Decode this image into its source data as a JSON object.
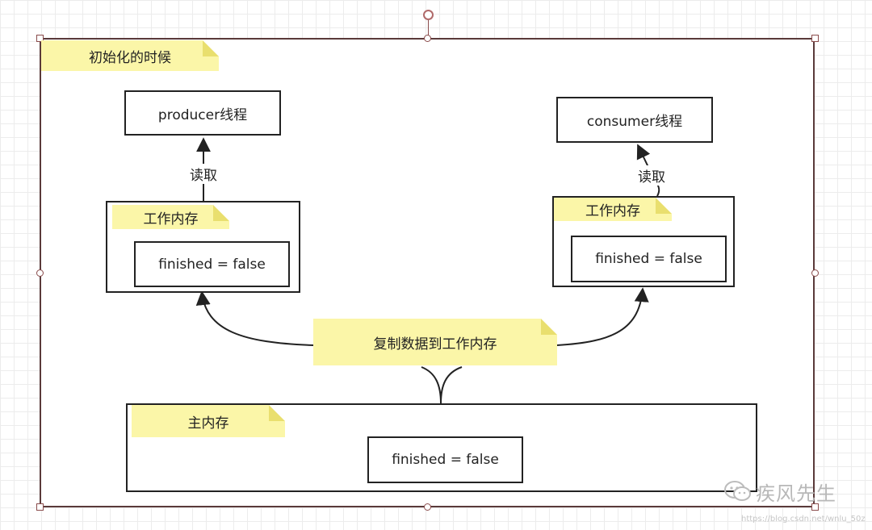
{
  "diagram": {
    "frame_title": "初始化的时候",
    "producer": {
      "thread_label": "producer线程",
      "read_label": "读取",
      "memory_title": "工作内存",
      "variable": "finished = false"
    },
    "consumer": {
      "thread_label": "consumer线程",
      "read_label": "读取",
      "memory_title": "工作内存",
      "variable": "finished = false"
    },
    "copy_note": "复制数据到工作内存",
    "main_memory": {
      "title": "主内存",
      "variable": "finished = false"
    }
  },
  "watermark": {
    "text": "疾风先生",
    "icon": "wechat-icon",
    "url": "https://blog.csdn.net/wnlu_50z"
  },
  "colors": {
    "note": "#fbf6a8",
    "frame": "#5a3a3a",
    "handle": "#8a4b4b"
  }
}
